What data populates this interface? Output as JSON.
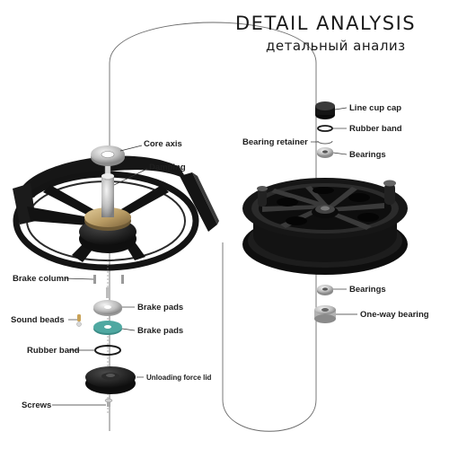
{
  "title": "DETAIL ANALYSIS",
  "subtitle": "детальный анализ",
  "left_parts": [
    {
      "id": "core-axis",
      "label": "Core axis"
    },
    {
      "id": "damping",
      "label": "Damping"
    },
    {
      "id": "brake-column",
      "label": "Brake column"
    },
    {
      "id": "brake-pads-1",
      "label": "Brake pads"
    },
    {
      "id": "sound-beads",
      "label": "Sound beads"
    },
    {
      "id": "brake-pads-2",
      "label": "Brake pads"
    },
    {
      "id": "rubber-band-left",
      "label": "Rubber band"
    },
    {
      "id": "unloading-force-lid",
      "label": "Unloading force lid"
    },
    {
      "id": "screws",
      "label": "Screws"
    }
  ],
  "right_parts": [
    {
      "id": "line-cup-cap",
      "label": "Line cup cap"
    },
    {
      "id": "rubber-band-right",
      "label": "Rubber band"
    },
    {
      "id": "bearing-retainer",
      "label": "Bearing retainer"
    },
    {
      "id": "bearings-top",
      "label": "Bearings"
    },
    {
      "id": "bearings-bottom",
      "label": "Bearings"
    },
    {
      "id": "one-way-bearing",
      "label": "One-way bearing"
    }
  ],
  "colors": {
    "reel_body": "#141414",
    "gold": "#b79a63",
    "silver": "#c9c9c9",
    "teal_pad": "#4fa8a1",
    "line": "#555555"
  }
}
